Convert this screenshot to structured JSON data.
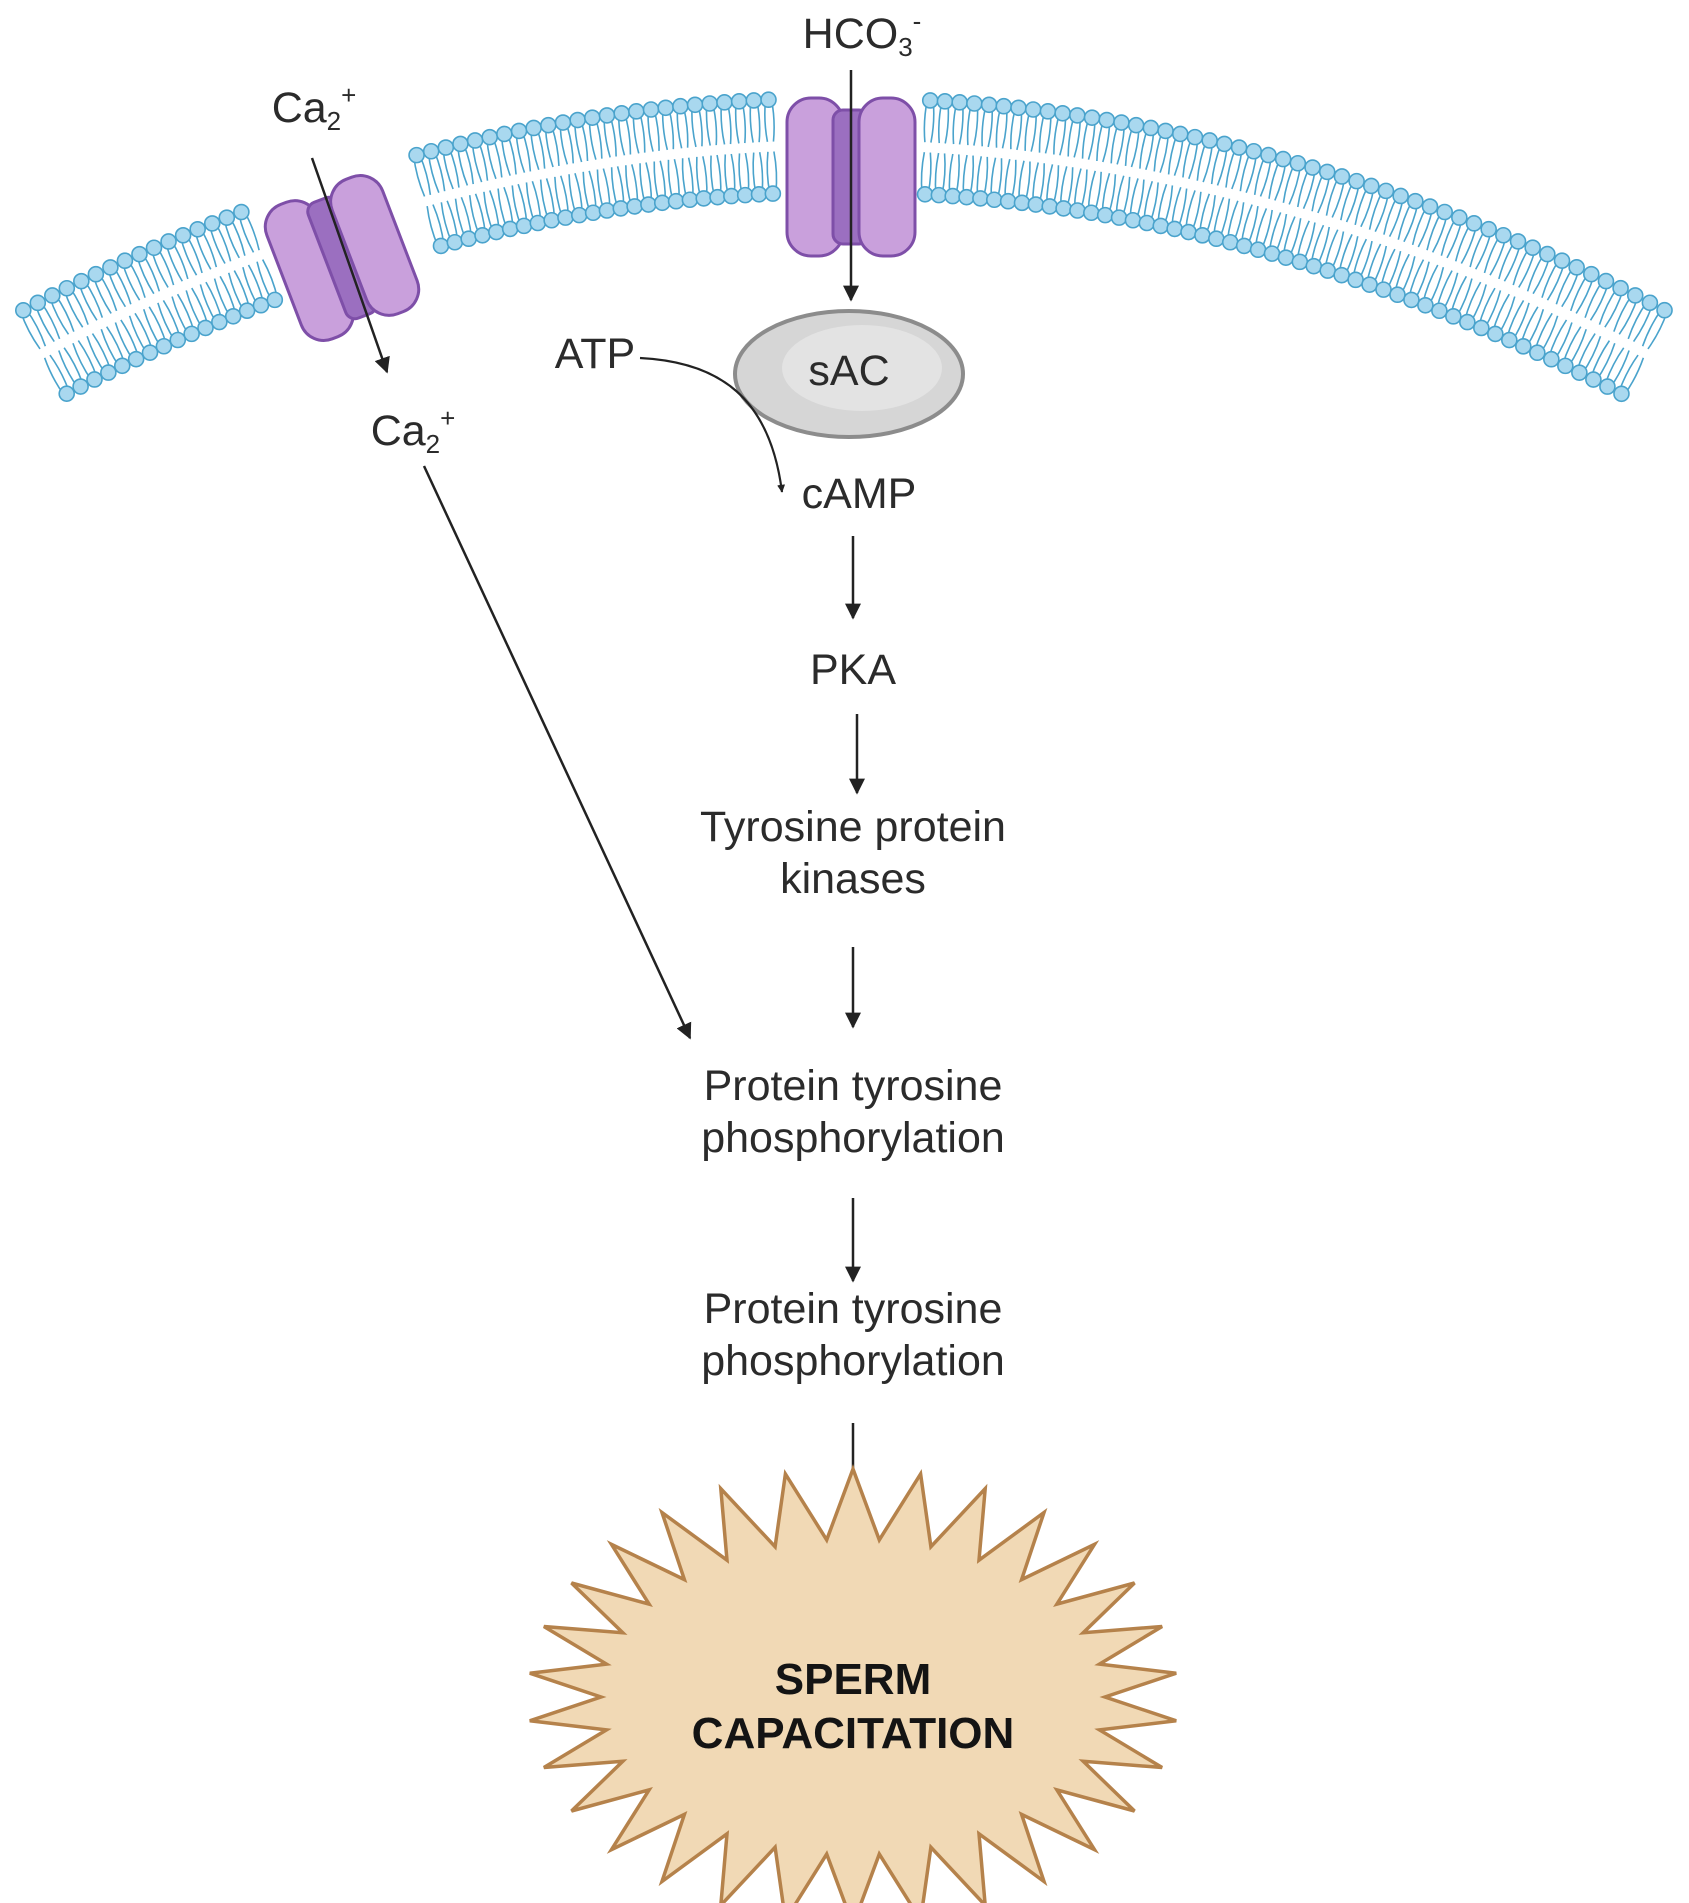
{
  "ions": {
    "calcium_outside": {
      "base": "Ca",
      "sub": "2",
      "sup": "+"
    },
    "calcium_inside": {
      "base": "Ca",
      "sub": "2",
      "sup": "+"
    },
    "bicarbonate": {
      "base": "HCO",
      "sub": "3",
      "sup": "-"
    }
  },
  "enzyme": {
    "label": "sAC"
  },
  "pathway": {
    "atp": "ATP",
    "camp": "cAMP",
    "pka": "PKA",
    "kinases": {
      "line1": "Tyrosine protein",
      "line2": "kinases"
    },
    "phosphorylation_1": {
      "line1": "Protein tyrosine",
      "line2": "phosphorylation"
    },
    "phosphorylation_2": {
      "line1": "Protein tyrosine",
      "line2": "phosphorylation"
    }
  },
  "outcome": {
    "line1": "SPERM",
    "line2": "CAPACITATION"
  },
  "colors": {
    "membrane_head_fill": "#a9d8ef",
    "membrane_head_stroke": "#4aa3cc",
    "channel_fill": "#c9a0dc",
    "channel_core": "#9b6fc0",
    "channel_stroke": "#7e4fa8",
    "enzyme_fill": "#d6d6d6",
    "enzyme_stroke": "#8c8c8c",
    "burst_fill": "#f1d9b5",
    "burst_stroke": "#b5824b",
    "arrow": "#222222"
  }
}
